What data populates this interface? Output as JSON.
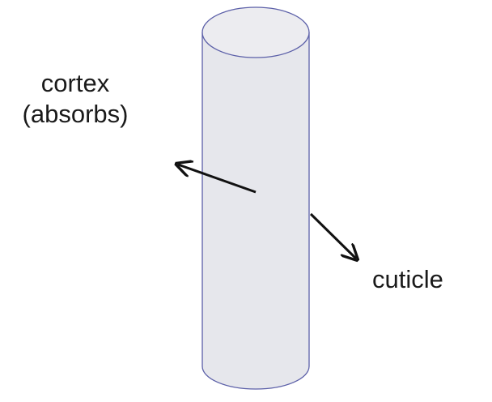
{
  "labels": {
    "cortex": "cortex",
    "cortex_note": "(absorbs)",
    "cuticle": "cuticle"
  },
  "colors": {
    "cylinder_fill": "#e6e7ec",
    "cylinder_top_fill": "#ececf0",
    "cylinder_outline": "#5b5fa8",
    "arrow": "#111111",
    "text": "#1a1a1a"
  }
}
